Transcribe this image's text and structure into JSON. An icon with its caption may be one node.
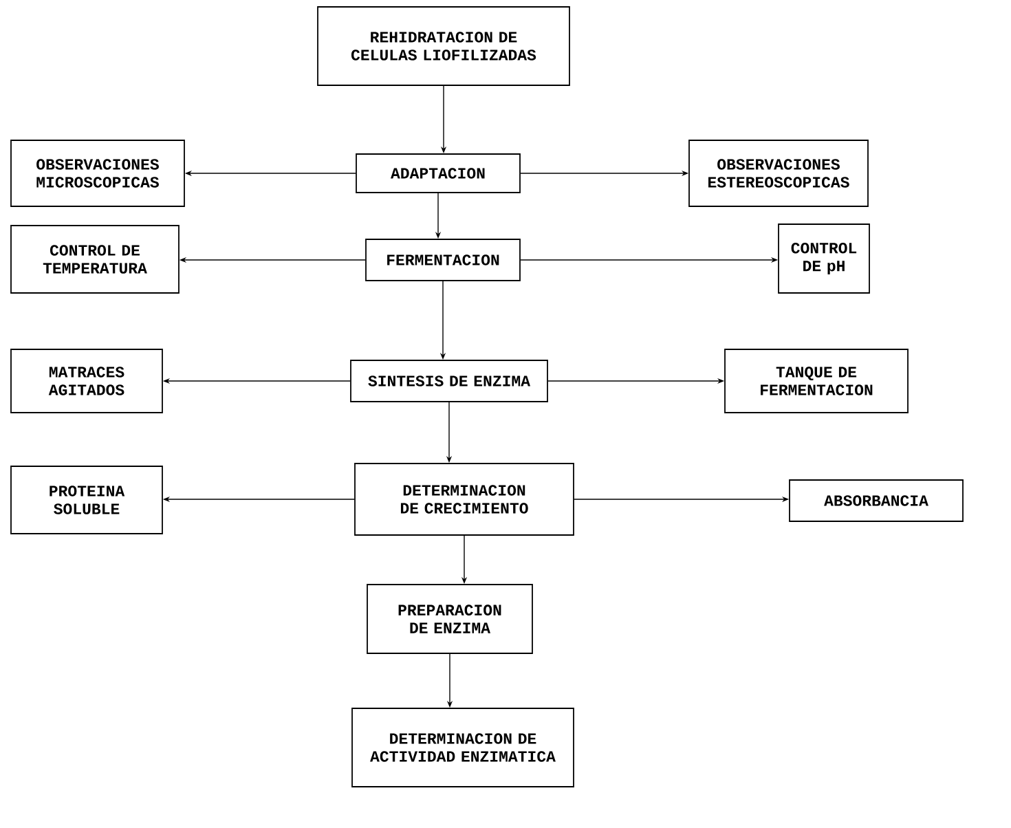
{
  "diagram": {
    "nodes": [
      {
        "text": [
          "REHIDRATACION DE CELULAS LIOFILIZADAS"
        ]
      },
      {
        "text": [
          "OBSERVACIONES MICROSCOPICAS"
        ]
      },
      {
        "text": [
          "ADAPTACION"
        ]
      },
      {
        "text": [
          "OBSERVACIONES ESTEREOSCOPICAS"
        ]
      },
      {
        "text": [
          "CONTROL DE TEMPERATURA"
        ]
      },
      {
        "text": [
          "FERMENTACION"
        ]
      },
      {
        "text": [
          "CONTROL DE pH"
        ]
      },
      {
        "text": [
          "MATRACES AGITADOS"
        ]
      },
      {
        "text": [
          "SINTESIS DE ENZIMA"
        ]
      },
      {
        "text": [
          "TANQUE DE FERMENTACION"
        ]
      },
      {
        "text": [
          "PROTEINA SOLUBLE"
        ]
      },
      {
        "text": [
          "DETERMINACION DE CRECIMIENTO"
        ]
      },
      {
        "text": [
          "ABSORBANCIA"
        ]
      },
      {
        "text": [
          "PREPARACION DE ENZIMA"
        ]
      },
      {
        "text": [
          "DETERMINACION DE ACTIVIDAD ENZIMATICA"
        ]
      }
    ],
    "edges": [
      {
        "from": 0,
        "to": 2,
        "arrow": "to"
      },
      {
        "from": 2,
        "to": 1,
        "arrow": "to"
      },
      {
        "from": 2,
        "to": 3,
        "arrow": "to"
      },
      {
        "from": 2,
        "to": 5,
        "arrow": "to"
      },
      {
        "from": 5,
        "to": 4,
        "arrow": "to"
      },
      {
        "from": 5,
        "to": 6,
        "arrow": "to"
      },
      {
        "from": 5,
        "to": 8,
        "arrow": "to"
      },
      {
        "from": 8,
        "to": 7,
        "arrow": "to"
      },
      {
        "from": 8,
        "to": 9,
        "arrow": "to"
      },
      {
        "from": 8,
        "to": 11,
        "arrow": "to"
      },
      {
        "from": 11,
        "to": 10,
        "arrow": "to"
      },
      {
        "from": 11,
        "to": 12,
        "arrow": "to"
      },
      {
        "from": 11,
        "to": 13,
        "arrow": "to"
      },
      {
        "from": 13,
        "to": 14,
        "arrow": "to"
      }
    ]
  }
}
